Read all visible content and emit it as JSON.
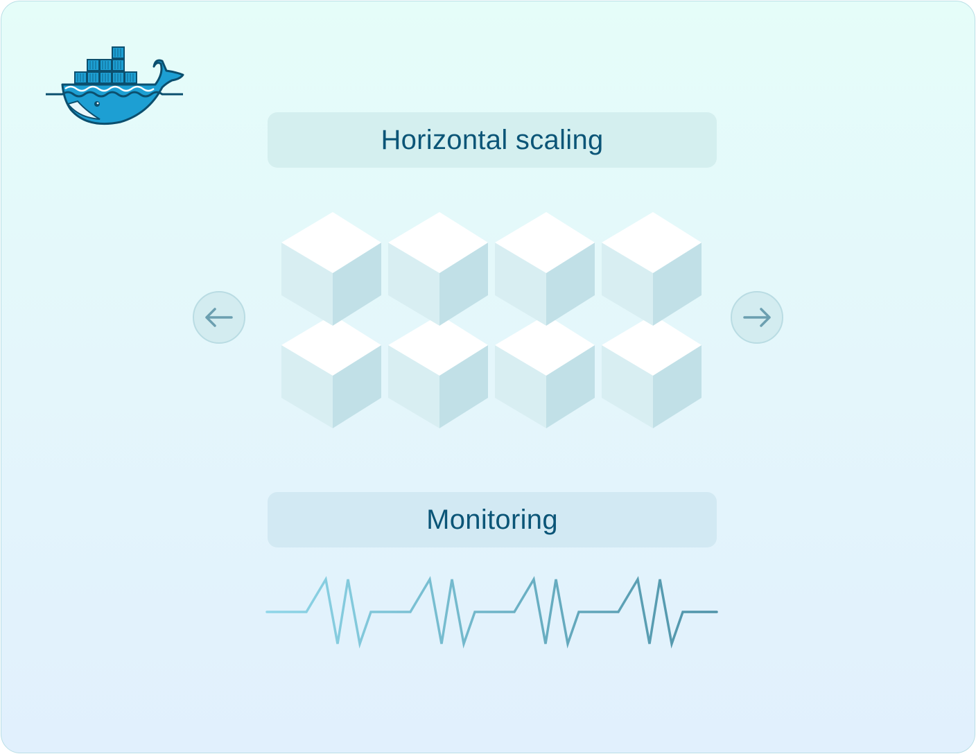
{
  "diagram": {
    "logo_icon": "docker-whale-icon",
    "scaling_label": "Horizontal scaling",
    "monitoring_label": "Monitoring",
    "cube_grid": {
      "rows": 2,
      "columns": 4,
      "icon": "container-cube-icon"
    },
    "navigation": {
      "prev_icon": "arrow-left-icon",
      "next_icon": "arrow-right-icon"
    },
    "pulse_icon": "heartbeat-line-icon",
    "colors": {
      "title_text": "#0b5577",
      "scaling_box": "#d4efef",
      "monitoring_box": "#d2e9f3",
      "cube_top": "#ffffff",
      "cube_left": "#d8eef2",
      "cube_right": "#c1e0e7",
      "docker_blue": "#1d9fd3",
      "docker_dark": "#0b4f6e",
      "pulse_start": "#8fd6e8",
      "pulse_end": "#4f93a8"
    }
  }
}
